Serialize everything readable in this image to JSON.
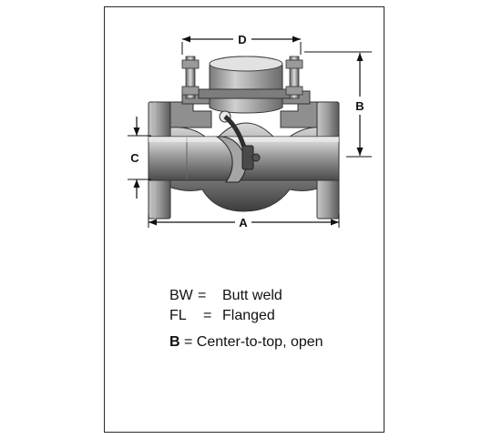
{
  "dimensions": {
    "D": "D",
    "B": "B",
    "C": "C",
    "A": "A"
  },
  "legend": {
    "items": [
      {
        "abbr": "BW",
        "eq": "=",
        "desc": "Butt weld"
      },
      {
        "abbr": "FL",
        "eq": "=",
        "desc": "Flanged"
      }
    ],
    "note": {
      "key": "B",
      "text": "= Center-to-top, open"
    }
  }
}
